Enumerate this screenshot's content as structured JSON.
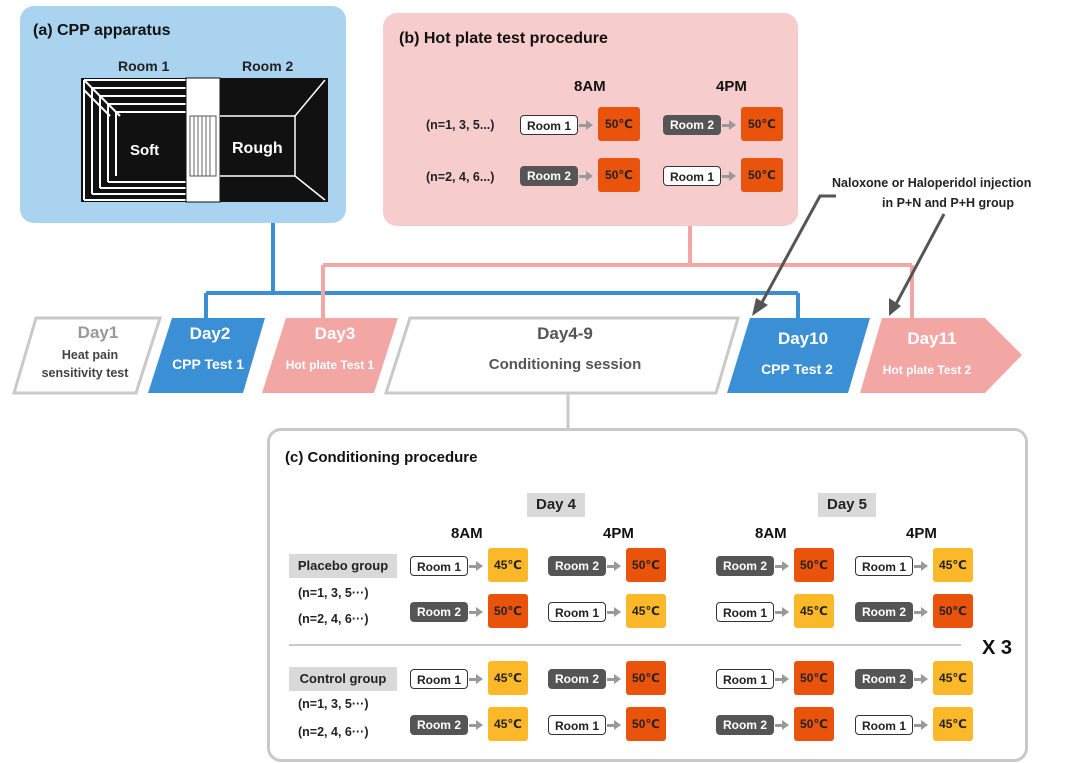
{
  "panel_a": {
    "title": "(a) CPP apparatus",
    "room1": "Room 1",
    "room2": "Room 2",
    "soft": "Soft",
    "rough": "Rough"
  },
  "panel_b": {
    "title": "(b) Hot plate test procedure",
    "time1": "8AM",
    "time2": "4PM",
    "rows": [
      {
        "group": "(n=1, 3, 5...)",
        "am_room": "Room 1",
        "am_temp": "50℃",
        "pm_room": "Room 2",
        "pm_temp": "50℃"
      },
      {
        "group": "(n=2, 4, 6...)",
        "am_room": "Room 2",
        "am_temp": "50℃",
        "pm_room": "Room 1",
        "pm_temp": "50℃"
      }
    ]
  },
  "injection_note": {
    "line1": "Naloxone or Haloperidol injection",
    "line2": "in P+N and P+H group"
  },
  "timeline": {
    "day1": {
      "title": "Day1",
      "sub1": "Heat pain",
      "sub2": "sensitivity test"
    },
    "day2": {
      "title": "Day2",
      "sub": "CPP Test 1"
    },
    "day3": {
      "title": "Day3",
      "sub": "Hot plate Test 1"
    },
    "day49": {
      "title": "Day4-9",
      "sub": "Conditioning session"
    },
    "day10": {
      "title": "Day10",
      "sub": "CPP Test 2"
    },
    "day11": {
      "title": "Day11",
      "sub": "Hot plate Test 2"
    }
  },
  "panel_c": {
    "title": "(c) Conditioning procedure",
    "day4": "Day 4",
    "day5": "Day 5",
    "am": "8AM",
    "pm": "4PM",
    "repeat": "X 3",
    "groups": [
      {
        "name": "Placebo group",
        "rows": [
          {
            "n": "(n=1, 3, 5···)",
            "cells": [
              [
                "Room 1",
                "45℃"
              ],
              [
                "Room 2",
                "50℃"
              ],
              [
                "Room 2",
                "50℃"
              ],
              [
                "Room 1",
                "45℃"
              ]
            ]
          },
          {
            "n": "(n=2, 4, 6···)",
            "cells": [
              [
                "Room 2",
                "50℃"
              ],
              [
                "Room 1",
                "45℃"
              ],
              [
                "Room 1",
                "45℃"
              ],
              [
                "Room 2",
                "50℃"
              ]
            ]
          }
        ]
      },
      {
        "name": "Control group",
        "rows": [
          {
            "n": "(n=1, 3, 5···)",
            "cells": [
              [
                "Room 1",
                "45℃"
              ],
              [
                "Room 2",
                "50℃"
              ],
              [
                "Room 1",
                "50℃"
              ],
              [
                "Room 2",
                "45℃"
              ]
            ]
          },
          {
            "n": "(n=2, 4, 6···)",
            "cells": [
              [
                "Room 2",
                "45℃"
              ],
              [
                "Room 1",
                "50℃"
              ],
              [
                "Room 2",
                "50℃"
              ],
              [
                "Room 1",
                "45℃"
              ]
            ]
          }
        ]
      }
    ]
  },
  "colors": {
    "blue": "#3b8fd4",
    "blue_light": "#a9d3ee",
    "pink": "#f2a7a5",
    "pink_light": "#f6cccc",
    "hot": "#e9530c",
    "warm": "#fbb829"
  }
}
